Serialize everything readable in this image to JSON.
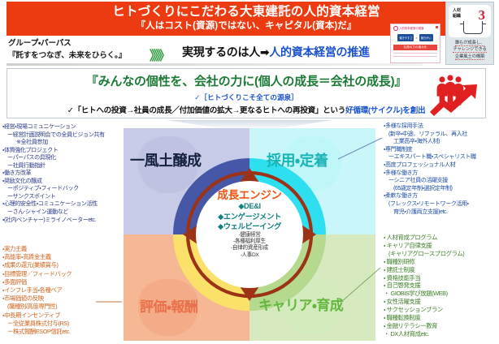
{
  "banner": {
    "title": "ヒトづくりにこだわる大東建託の人的資本経営",
    "subtitle": "『人はコスト(資源)ではない、キャピタル(資本)だ』"
  },
  "purpose": {
    "label": "グループ・パーパス",
    "quote": "『託すをつなぎ、未来をひらく。』",
    "chevrons": "》》》",
    "statement_plain": "実現するのは人➡",
    "statement_accent": "人的資本経営の推進",
    "accent_color": "#1a52d0"
  },
  "thumb_doc": {
    "header": "人的資本経営の推進",
    "box_left": "働きやすさ",
    "operator": "×",
    "box_right": "働きがい",
    "bar": "社員の力の最大化"
  },
  "thumb_card": {
    "keyword_line1": "人材",
    "keyword_line2": "組織",
    "number": "3",
    "caption_line1": "誰もが成長し、",
    "caption_line2": "チャレンジできる",
    "caption_line3": "企業風土の構築"
  },
  "green_box": {
    "title": "『みんなの個性を、会社の力に(個人の成長＝会社の成長)』",
    "line1": "✓［ヒトづくりこそ全ての源泉］",
    "line2_pre": "✓「ヒトへの投資→社員の成長／付加価値の拡大→更なるヒトへの再投資」という",
    "line2_accent": "好循環(サイクル)を創出",
    "icon": "three-people-growth-arrow-icon"
  },
  "diagram": {
    "quadrants": [
      {
        "key": "culture",
        "label": "風土醸成",
        "prefix": "一",
        "color": "#15213f"
      },
      {
        "key": "hiring",
        "label": "採用・定着",
        "color": "#17b5b5"
      },
      {
        "key": "evaluation",
        "label": "評価・報酬",
        "color": "#e8714b"
      },
      {
        "key": "career",
        "label": "キャリア・育成",
        "color": "#63b73f"
      }
    ],
    "hub": {
      "title": "成長エンジン",
      "bullets": [
        "◆DE&I",
        "◆エンゲージメント",
        "◆ウェルビーイング"
      ],
      "sub": [
        "-健康経営",
        "-各種福利厚生",
        "-自律的資産形成",
        "-人事DX"
      ]
    }
  },
  "blocks": {
    "culture": [
      {
        "t": "・経営・現場コミュニケーション",
        "i": 0
      },
      {
        "t": "ー経営計画説明会での全員ビジョン共有",
        "i": 1
      },
      {
        "t": "※全社員参加",
        "i": 3
      },
      {
        "t": "・体質強化プロジェクト",
        "i": 0
      },
      {
        "t": "ーパーパスの具現化",
        "i": 1
      },
      {
        "t": "ー社員行動指針",
        "i": 1
      },
      {
        "t": "・働き方改革",
        "i": 0
      },
      {
        "t": "・奨励文化の醸成",
        "i": 0
      },
      {
        "t": "ーポジティブ・フィードバック",
        "i": 1
      },
      {
        "t": "ーサンクスポイント",
        "i": 1
      },
      {
        "t": "・心理的安全性・コミュニケーション活性",
        "i": 0
      },
      {
        "t": "ーさん-シャイン運動など",
        "i": 1
      },
      {
        "t": "・(社内ベンチャー)ミライノベーターetc.",
        "i": 0
      }
    ],
    "evaluation": [
      {
        "t": "・実力主義",
        "i": 0
      },
      {
        "t": "・高能率・高賃金主義",
        "i": 0
      },
      {
        "t": "・成果の還元(業績賞与)",
        "i": 0
      },
      {
        "t": "・目標管理／フィードバック",
        "i": 0
      },
      {
        "t": "・多面評価",
        "i": 0
      },
      {
        "t": "・インフレ手当・各種ベア",
        "i": 0
      },
      {
        "t": "・市場価値の反映",
        "i": 0
      },
      {
        "t": "(職種別/高度専門性)",
        "i": 1
      },
      {
        "t": "・中長期インセンティブ",
        "i": 0
      },
      {
        "t": "ー全従業員株式付与(RS)",
        "i": 1
      },
      {
        "t": "ー株式報酬ESOP信託etc.",
        "i": 1
      }
    ],
    "hiring": [
      {
        "t": "・多様な採用手法",
        "i": 0
      },
      {
        "t": "(新卒・中途、リファラル、再入社",
        "i": 1
      },
      {
        "t": "工業高卒・海外人材)",
        "i": 2
      },
      {
        "t": "・専門職制度",
        "i": 0
      },
      {
        "t": "ーエキスパート職・スペシャリスト職",
        "i": 1
      },
      {
        "t": "・高度プロフェッショナル人材",
        "i": 0
      },
      {
        "t": "・多様な働き方",
        "i": 0
      },
      {
        "t": "ーシニア社員の活躍支援",
        "i": 1
      },
      {
        "t": "(65歳定年制・選択定年制)",
        "i": 2
      },
      {
        "t": "・柔軟な働き方",
        "i": 0
      },
      {
        "t": "(フレックス・リモートワーク活用・",
        "i": 1
      },
      {
        "t": "育児・介護両立支援)etc.",
        "i": 2
      }
    ],
    "career": [
      {
        "t": "・ 人材育成プログラム",
        "i": 0
      },
      {
        "t": "・ キャリア自律支援",
        "i": 0
      },
      {
        "t": "(キャリアグロースプログラム)",
        "i": 1
      },
      {
        "t": "・ 職種別研修",
        "i": 0
      },
      {
        "t": "・ 建託士制度",
        "i": 0
      },
      {
        "t": "・ 資格技能手当",
        "i": 0
      },
      {
        "t": "・ 自己啓発支援",
        "i": 0
      },
      {
        "t": "・ GIOBIS学び放題(WEB)",
        "i": 0
      },
      {
        "t": "・ 女性活躍支援",
        "i": 0
      },
      {
        "t": "・ サクセッションプラン",
        "i": 0
      },
      {
        "t": "・ 職種転換制度",
        "i": 0
      },
      {
        "t": "・ 金融リテラシー教育",
        "i": 0
      },
      {
        "t": "・ DX人材育成etc.",
        "i": 0
      }
    ]
  }
}
